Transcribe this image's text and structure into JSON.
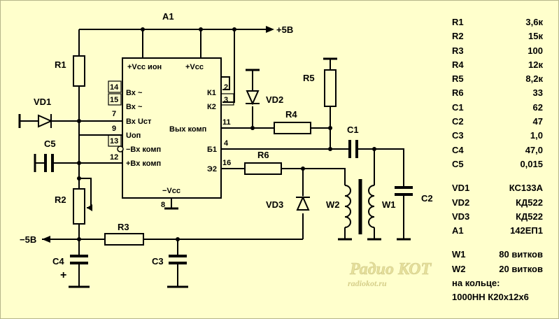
{
  "title": "A1",
  "supplies": {
    "pos": "+5В",
    "neg": "−5В"
  },
  "components": {
    "R1": "R1",
    "R2": "R2",
    "R3": "R3",
    "R4": "R4",
    "R5": "R5",
    "R6": "R6",
    "C1": "C1",
    "C2": "C2",
    "C3": "C3",
    "C4": "C4",
    "C5": "C5",
    "VD1": "VD1",
    "VD2": "VD2",
    "VD3": "VD3",
    "W1": "W1",
    "W2": "W2",
    "c4_plus": "+"
  },
  "ic": {
    "top_left": "+Vcc ион",
    "top_right": "+Vcc",
    "bottom": "−Vcc",
    "left_labels": [
      "Вх ~",
      "Вх ~",
      "Вх Uст",
      "Uоп",
      "−Вх комп",
      "+Вх комп"
    ],
    "right_labels": [
      "К1",
      "К2",
      "Вых комп",
      "Б1",
      "Э2"
    ],
    "left_pins": [
      "14",
      "15",
      "7",
      "9",
      "13",
      "12"
    ],
    "right_pins": [
      "2",
      "3",
      "11",
      "4",
      "16"
    ],
    "bottom_pin": "8"
  },
  "specs": [
    {
      "name": "R1",
      "value": "3,6к"
    },
    {
      "name": "R2",
      "value": "15к"
    },
    {
      "name": "R3",
      "value": "100"
    },
    {
      "name": "R4",
      "value": "12к"
    },
    {
      "name": "R5",
      "value": "8,2к"
    },
    {
      "name": "R6",
      "value": "33"
    },
    {
      "name": "C1",
      "value": "62"
    },
    {
      "name": "C2",
      "value": "47"
    },
    {
      "name": "C3",
      "value": "1,0"
    },
    {
      "name": "C4",
      "value": "47,0"
    },
    {
      "name": "C5",
      "value": "0,015"
    }
  ],
  "semis": [
    {
      "name": "VD1",
      "value": "КС133А"
    },
    {
      "name": "VD2",
      "value": "КД522"
    },
    {
      "name": "VD3",
      "value": "КД522"
    },
    {
      "name": "A1",
      "value": "142ЕП1"
    }
  ],
  "windings": [
    {
      "name": "W1",
      "value": "80 витков"
    },
    {
      "name": "W2",
      "value": "20 витков"
    }
  ],
  "core_note": [
    "на кольце:",
    "1000НН К20х12х6"
  ],
  "watermark": {
    "main": "Радио КОТ",
    "url": "radiokot.ru"
  },
  "colors": {
    "background": "#ffffcc",
    "ink": "#000000",
    "watermark": "#e8e3a0"
  }
}
